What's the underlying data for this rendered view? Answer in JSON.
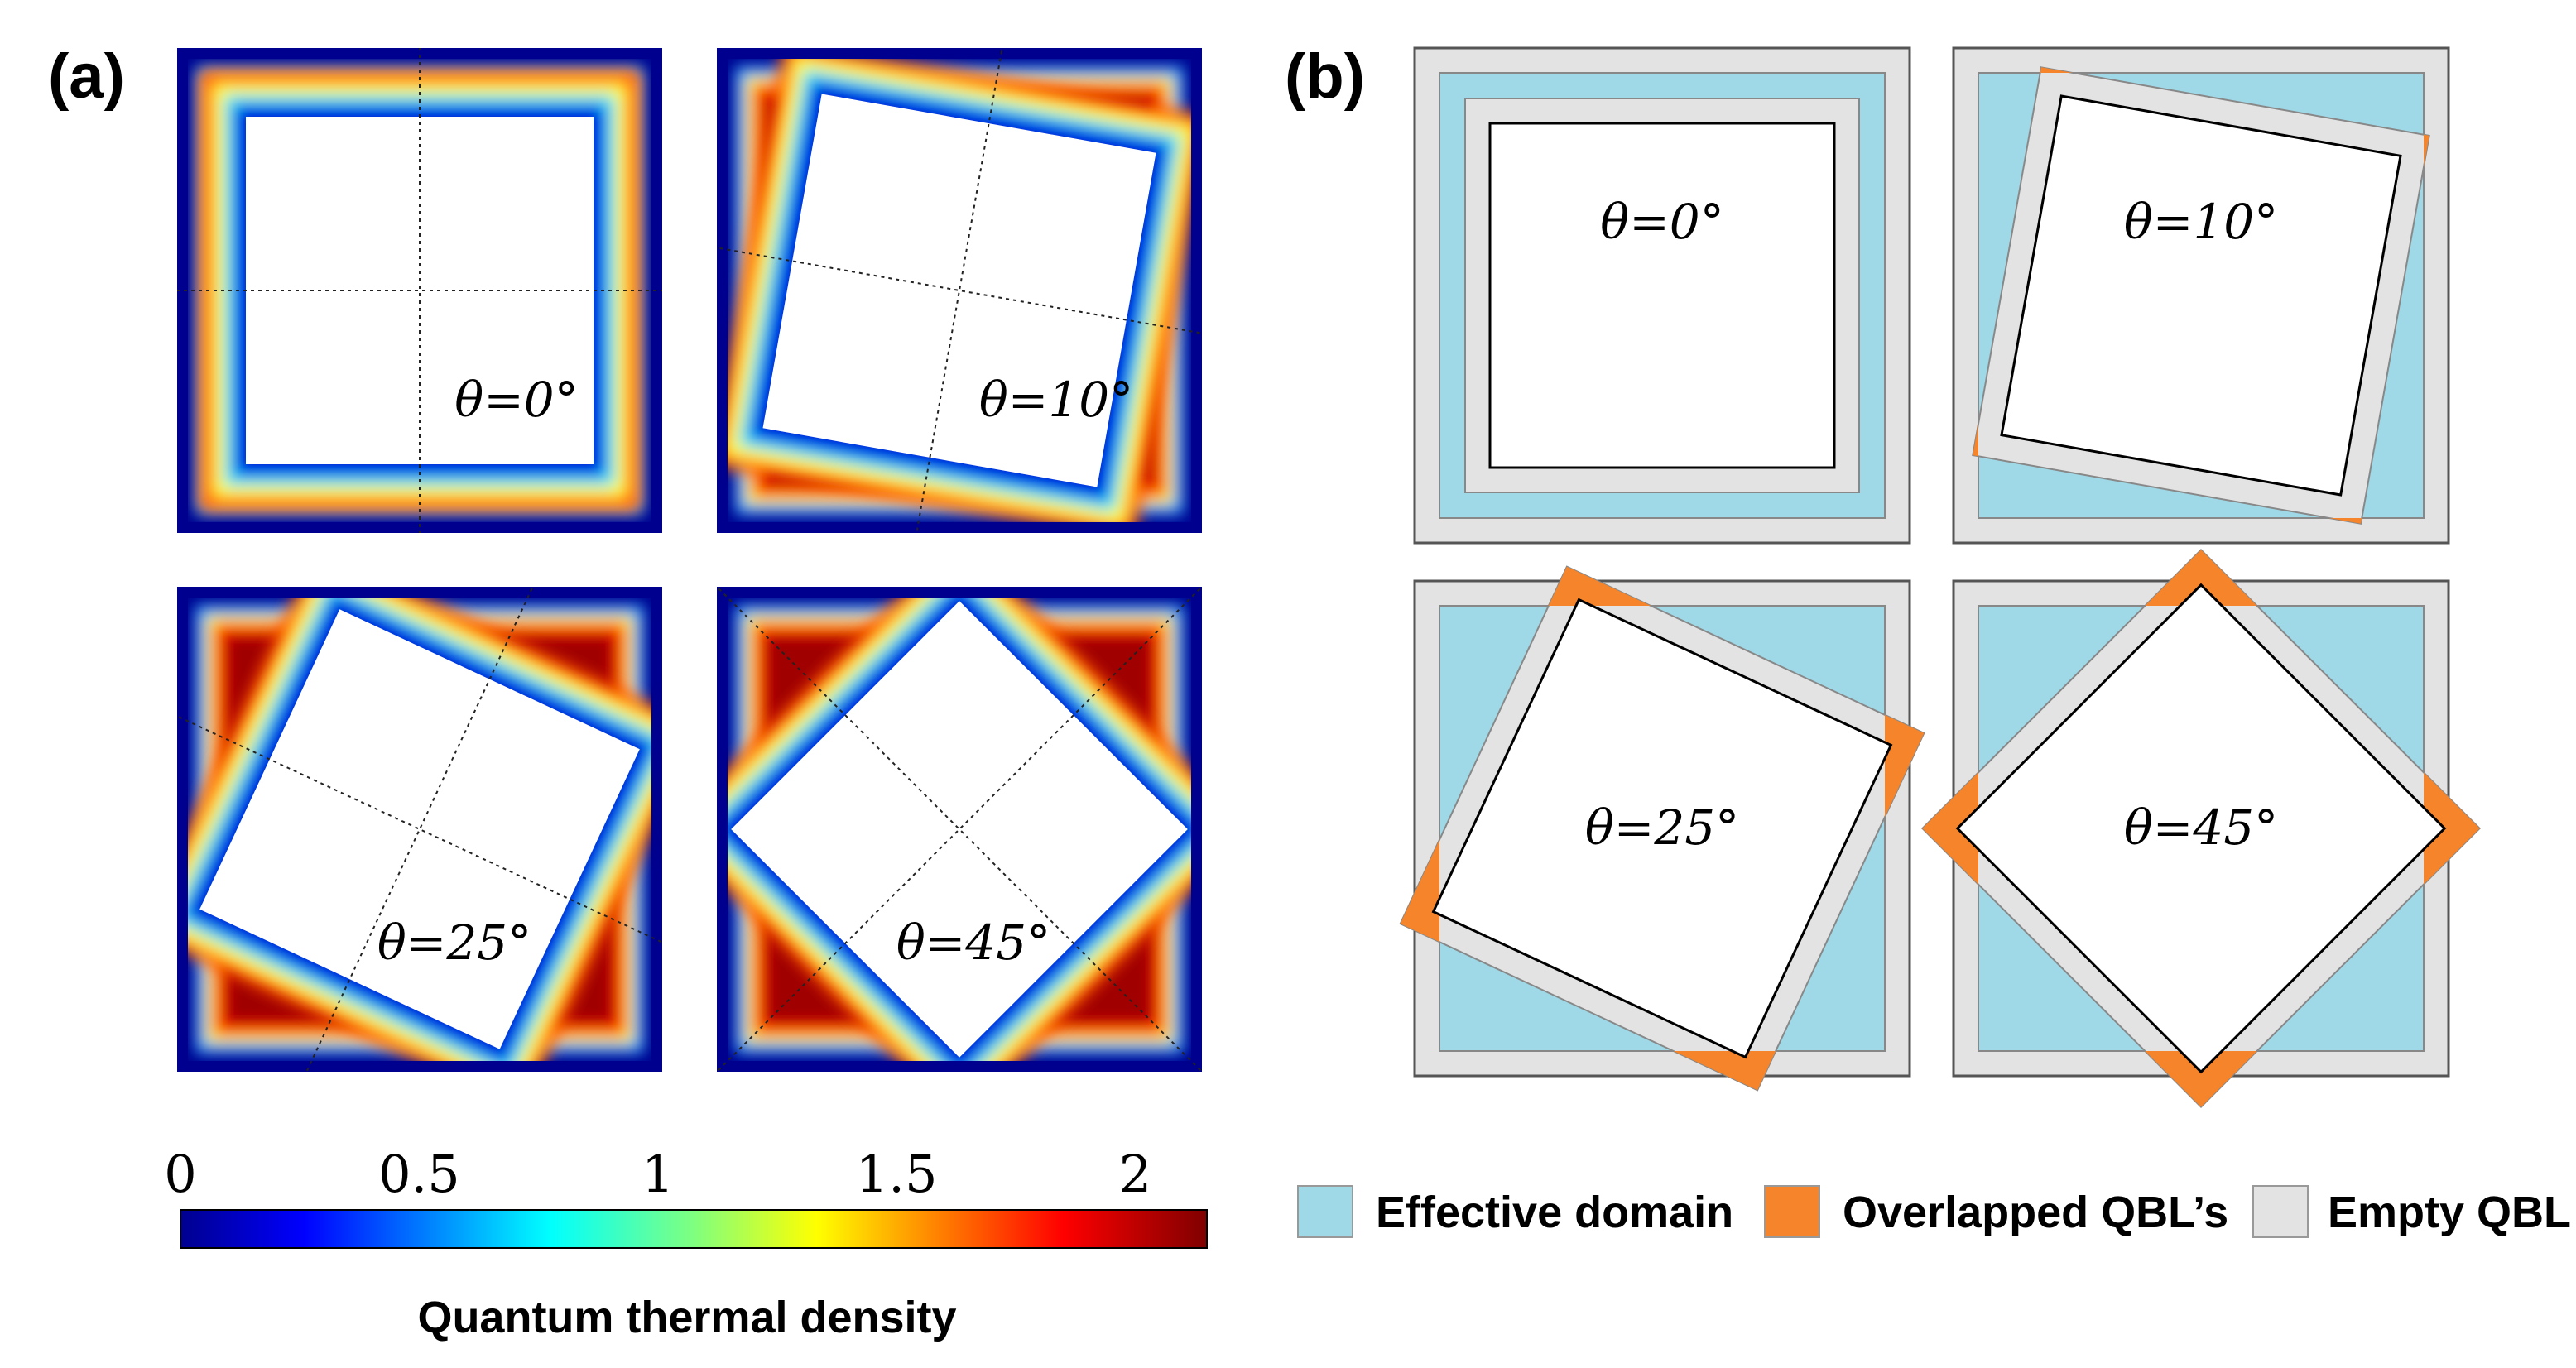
{
  "labels": {
    "a": "(a)",
    "b": "(b)"
  },
  "panels_a": [
    {
      "theta_label": "θ=0°",
      "angle": 0
    },
    {
      "theta_label": "θ=10°",
      "angle": 10
    },
    {
      "theta_label": "θ=25°",
      "angle": 25
    },
    {
      "theta_label": "θ=45°",
      "angle": 45
    }
  ],
  "panels_b": [
    {
      "theta_label": "θ=0°",
      "angle": 0
    },
    {
      "theta_label": "θ=10°",
      "angle": 10
    },
    {
      "theta_label": "θ=25°",
      "angle": 25
    },
    {
      "theta_label": "θ=45°",
      "angle": 45
    }
  ],
  "colorbar": {
    "title": "Quantum thermal density",
    "ticks": [
      "0",
      "0.5",
      "1",
      "1.5",
      "2"
    ],
    "tick_values": [
      0,
      0.5,
      1,
      1.5,
      2
    ],
    "range": [
      0,
      2.15
    ]
  },
  "legend": [
    {
      "label": "Effective domain",
      "color": "#9fd8e6"
    },
    {
      "label": "Overlapped QBL’s",
      "color": "#f5842a"
    },
    {
      "label": "Empty QBL",
      "color": "#e3e3e3"
    }
  ],
  "colors": {
    "jet_blue": "#00008f",
    "jet_red": "#8b0000",
    "effective": "#9fd8e6",
    "overlap": "#f5842a",
    "empty": "#e3e3e3"
  }
}
